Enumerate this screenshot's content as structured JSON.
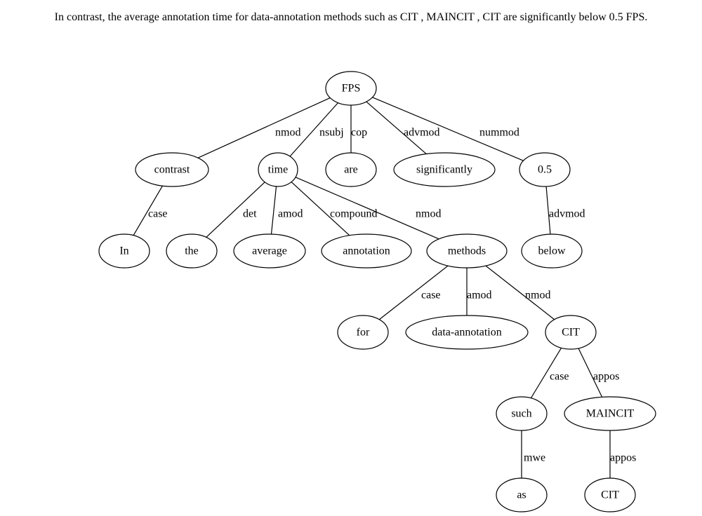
{
  "sentence": "In contrast, the average annotation time for data-annotation methods such as CIT , MAINCIT , CIT are significantly below 0.5 FPS.",
  "tree": {
    "nodes": [
      {
        "id": "fps",
        "label": "FPS"
      },
      {
        "id": "contrast",
        "label": "contrast"
      },
      {
        "id": "time",
        "label": "time"
      },
      {
        "id": "are",
        "label": "are"
      },
      {
        "id": "significantly",
        "label": "significantly"
      },
      {
        "id": "n05",
        "label": "0.5"
      },
      {
        "id": "in",
        "label": "In"
      },
      {
        "id": "the",
        "label": "the"
      },
      {
        "id": "average",
        "label": "average"
      },
      {
        "id": "annotation",
        "label": "annotation"
      },
      {
        "id": "methods",
        "label": "methods"
      },
      {
        "id": "below",
        "label": "below"
      },
      {
        "id": "for",
        "label": "for"
      },
      {
        "id": "data_annotation",
        "label": "data-annotation"
      },
      {
        "id": "cit1",
        "label": "CIT"
      },
      {
        "id": "such",
        "label": "such"
      },
      {
        "id": "maincit",
        "label": "MAINCIT"
      },
      {
        "id": "as",
        "label": "as"
      },
      {
        "id": "cit2",
        "label": "CIT"
      }
    ],
    "edges": [
      {
        "from": "fps",
        "to": "contrast",
        "label": "nmod"
      },
      {
        "from": "fps",
        "to": "time",
        "label": "nsubj"
      },
      {
        "from": "fps",
        "to": "are",
        "label": "cop"
      },
      {
        "from": "fps",
        "to": "significantly",
        "label": "advmod"
      },
      {
        "from": "fps",
        "to": "n05",
        "label": "nummod"
      },
      {
        "from": "contrast",
        "to": "in",
        "label": "case"
      },
      {
        "from": "time",
        "to": "the",
        "label": "det"
      },
      {
        "from": "time",
        "to": "average",
        "label": "amod"
      },
      {
        "from": "time",
        "to": "annotation",
        "label": "compound"
      },
      {
        "from": "time",
        "to": "methods",
        "label": "nmod"
      },
      {
        "from": "n05",
        "to": "below",
        "label": "advmod"
      },
      {
        "from": "methods",
        "to": "for",
        "label": "case"
      },
      {
        "from": "methods",
        "to": "data_annotation",
        "label": "amod"
      },
      {
        "from": "methods",
        "to": "cit1",
        "label": "nmod"
      },
      {
        "from": "cit1",
        "to": "such",
        "label": "case"
      },
      {
        "from": "cit1",
        "to": "maincit",
        "label": "appos"
      },
      {
        "from": "such",
        "to": "as",
        "label": "mwe"
      },
      {
        "from": "maincit",
        "to": "cit2",
        "label": "appos"
      }
    ]
  }
}
